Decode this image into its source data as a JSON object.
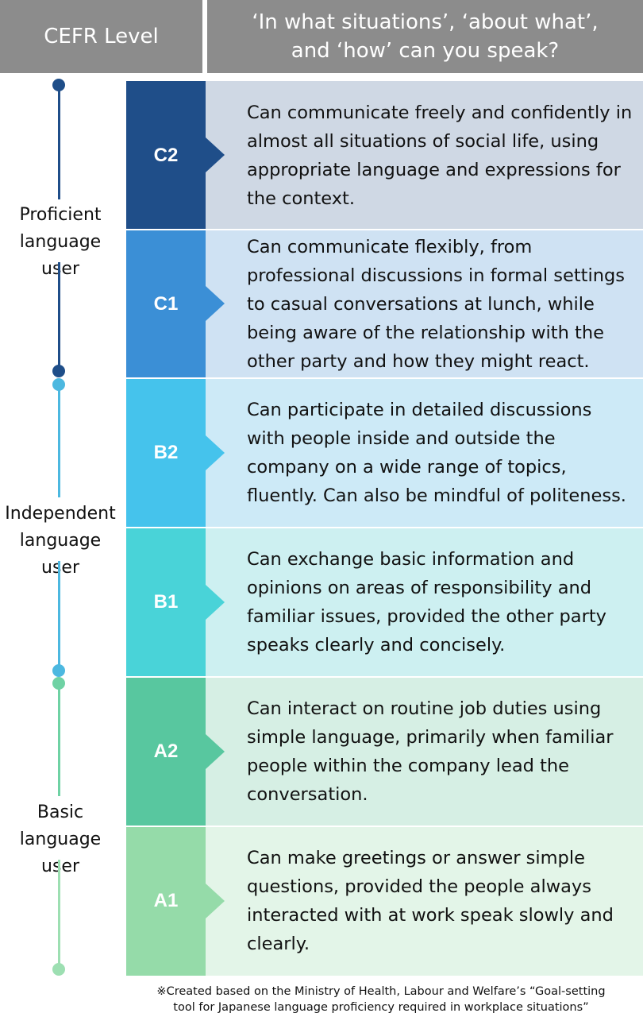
{
  "header": {
    "level_column": "CEFR Level",
    "question_column": "‘In what situations’, ‘about what’,\nand ‘how’ can you speak?"
  },
  "groups": [
    {
      "label": "Proficient\nlanguage user",
      "color": "#1f4e89"
    },
    {
      "label": "Independent\nlanguage user",
      "color": "#4cb8e0"
    },
    {
      "label": "Basic\nlanguage user",
      "color": "#6fd2a4"
    }
  ],
  "levels": [
    {
      "code": "C2",
      "description": "Can communicate freely and confidently in almost all situations of social life, using appropriate language and expressions for the context.",
      "color": "#1f4e89",
      "bg": "#cfd8e4"
    },
    {
      "code": "C1",
      "description": "Can communicate flexibly, from professional discussions in formal settings to casual conversations at lunch, while being aware of the relationship with the other party and how they might react.",
      "color": "#3b8fd6",
      "bg": "#cfe2f3"
    },
    {
      "code": "B2",
      "description": "Can participate in detailed discussions with people inside and outside the company on a wide range of topics, fluently. Can also be mindful of politeness.",
      "color": "#45c3ec",
      "bg": "#cdeaf7"
    },
    {
      "code": "B1",
      "description": "Can exchange basic information and opinions on areas of responsibility and familiar issues, provided the other party speaks clearly and concisely.",
      "color": "#49d3d8",
      "bg": "#cdf0f1"
    },
    {
      "code": "A2",
      "description": "Can interact on routine job duties using simple language, primarily when familiar people within the company lead the conversation.",
      "color": "#58c79f",
      "bg": "#d6efe4"
    },
    {
      "code": "A1",
      "description": "Can make greetings or answer simple questions, provided the people always interacted with at work speak slowly and clearly.",
      "color": "#95dba9",
      "bg": "#e3f5e8"
    }
  ],
  "footnote": "※Created based on the Ministry of Health, Labour and Welfare’s “Goal-setting\ntool for Japanese language proficiency required in workplace situations”"
}
